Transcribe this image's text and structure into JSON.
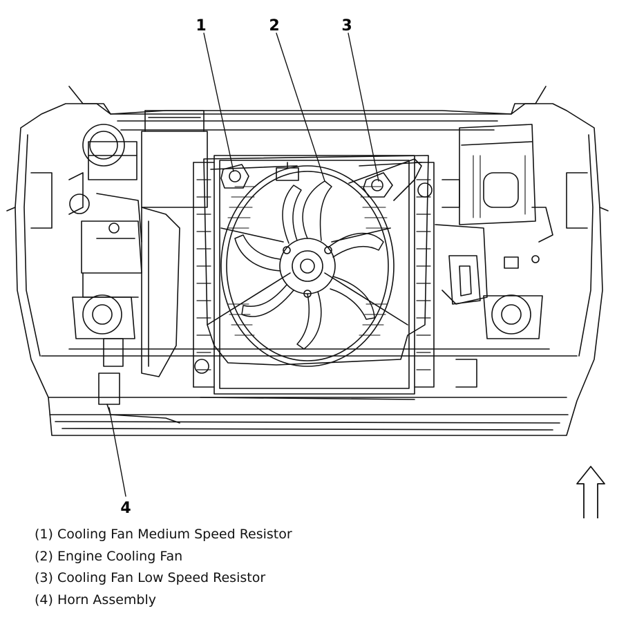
{
  "callouts": [
    {
      "number": "1",
      "label": "(1) Cooling Fan Medium Speed Resistor"
    },
    {
      "number": "2",
      "label": "(2) Engine Cooling Fan"
    },
    {
      "number": "3",
      "label": "(3) Cooling Fan Low Speed Resistor"
    },
    {
      "number": "4",
      "label": "(4) Horn Assembly"
    }
  ],
  "orientation_arrow": "up-arrow-icon"
}
